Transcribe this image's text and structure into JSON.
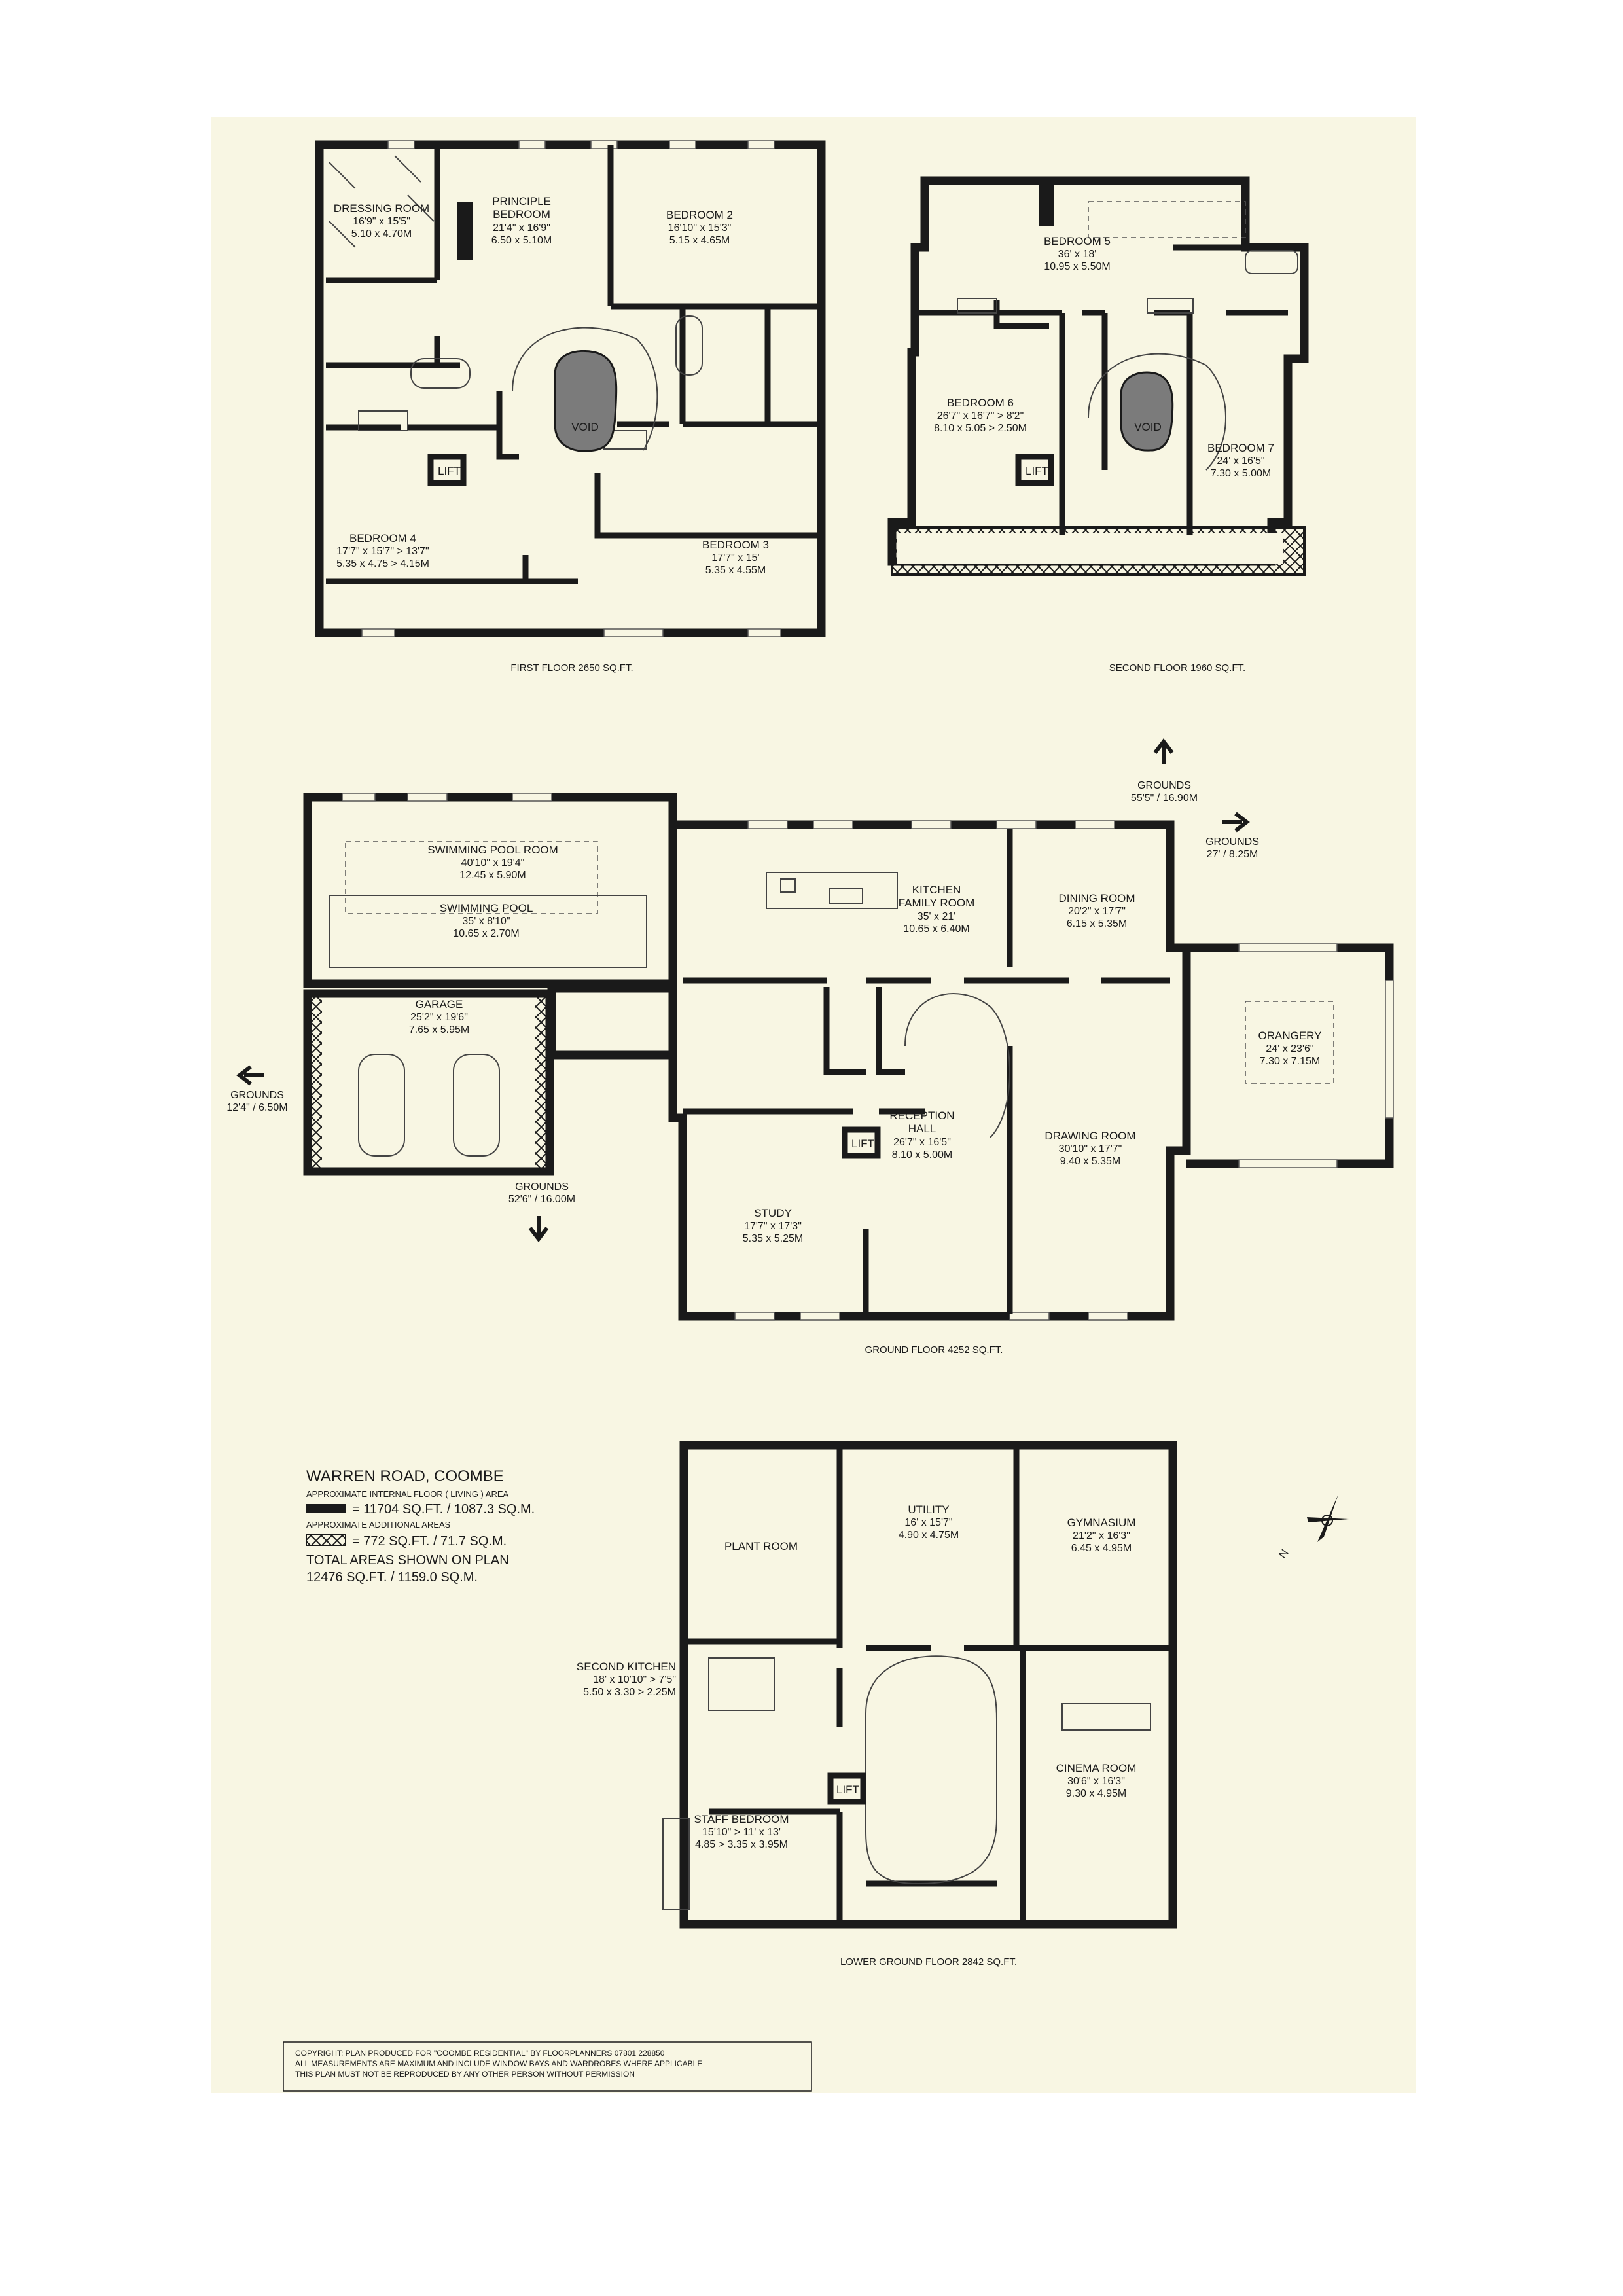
{
  "first_floor": {
    "caption": "FIRST FLOOR 2650 SQ.FT.",
    "rooms": [
      {
        "name": "DRESSING ROOM",
        "imperial": "16'9\" x 15'5\"",
        "metric": "5.10 x 4.70M"
      },
      {
        "name1": "PRINCIPLE",
        "name2": "BEDROOM",
        "imperial": "21'4\" x 16'9\"",
        "metric": "6.50 x 5.10M"
      },
      {
        "name": "BEDROOM 2",
        "imperial": "16'10\" x 15'3\"",
        "metric": "5.15 x 4.65M"
      },
      {
        "name": "BEDROOM 4",
        "imperial": "17'7\" x 15'7\" > 13'7\"",
        "metric": "5.35 x 4.75 > 4.15M"
      },
      {
        "name": "BEDROOM 3",
        "imperial": "17'7\" x 15'",
        "metric": "5.35 x 4.55M"
      }
    ],
    "void": "VOID",
    "lift": "LIFT"
  },
  "second_floor": {
    "caption": "SECOND FLOOR 1960 SQ.FT.",
    "rooms": [
      {
        "name": "BEDROOM 5",
        "imperial": "36' x 18'",
        "metric": "10.95 x 5.50M"
      },
      {
        "name": "BEDROOM 6",
        "imperial": "26'7\" x 16'7\" > 8'2\"",
        "metric": "8.10 x 5.05 > 2.50M"
      },
      {
        "name": "BEDROOM 7",
        "imperial": "24' x 16'5\"",
        "metric": "7.30 x 5.00M"
      }
    ],
    "void": "VOID",
    "lift": "LIFT"
  },
  "ground_floor": {
    "caption": "GROUND FLOOR 4252 SQ.FT.",
    "rooms": [
      {
        "name": "SWIMMING POOL ROOM",
        "imperial": "40'10\" x 19'4\"",
        "metric": "12.45 x 5.90M"
      },
      {
        "name": "SWIMMING POOL",
        "imperial": "35' x 8'10\"",
        "metric": "10.65 x 2.70M"
      },
      {
        "name": "GARAGE",
        "imperial": "25'2\" x 19'6\"",
        "metric": "7.65 x 5.95M"
      },
      {
        "name1": "KITCHEN",
        "name2": "FAMILY ROOM",
        "imperial": "35' x 21'",
        "metric": "10.65 x 6.40M"
      },
      {
        "name": "DINING ROOM",
        "imperial": "20'2\" x 17'7\"",
        "metric": "6.15 x 5.35M"
      },
      {
        "name": "ORANGERY",
        "imperial": "24' x 23'6\"",
        "metric": "7.30 x 7.15M"
      },
      {
        "name1": "RECEPTION",
        "name2": "HALL",
        "imperial": "26'7\" x 16'5\"",
        "metric": "8.10 x 5.00M"
      },
      {
        "name": "DRAWING ROOM",
        "imperial": "30'10\" x 17'7\"",
        "metric": "9.40 x 5.35M"
      },
      {
        "name": "STUDY",
        "imperial": "17'7\" x 17'3\"",
        "metric": "5.35 x 5.25M"
      }
    ],
    "grounds": [
      {
        "label": "GROUNDS",
        "dim": "55'5\" / 16.90M"
      },
      {
        "label": "GROUNDS",
        "dim": "27' / 8.25M"
      },
      {
        "label": "GROUNDS",
        "dim": "12'4\" / 6.50M"
      },
      {
        "label": "GROUNDS",
        "dim": "52'6\" / 16.00M"
      }
    ],
    "lift": "LIFT"
  },
  "lower_ground_floor": {
    "caption": "LOWER GROUND FLOOR 2842 SQ.FT.",
    "rooms": [
      {
        "name": "PLANT ROOM"
      },
      {
        "name": "UTILITY",
        "imperial": "16' x 15'7\"",
        "metric": "4.90 x 4.75M"
      },
      {
        "name": "GYMNASIUM",
        "imperial": "21'2\" x 16'3\"",
        "metric": "6.45 x 4.95M"
      },
      {
        "name": "SECOND KITCHEN",
        "imperial": "18' x 10'10\" > 7'5\"",
        "metric": "5.50 x 3.30 > 2.25M"
      },
      {
        "name": "CINEMA ROOM",
        "imperial": "30'6\" x 16'3\"",
        "metric": "9.30 x 4.95M"
      },
      {
        "name": "STAFF BEDROOM",
        "imperial": "15'10\" > 11' x 13'",
        "metric": "4.85 > 3.35 x 3.95M"
      }
    ],
    "lift": "LIFT"
  },
  "legend": {
    "title": "WARREN ROAD, COOMBE",
    "internal_label": "APPROXIMATE INTERNAL FLOOR ( LIVING ) AREA",
    "internal_value": "= 11704 SQ.FT. / 1087.3 SQ.M.",
    "additional_label": "APPROXIMATE ADDITIONAL AREAS",
    "additional_value": "= 772 SQ.FT. / 71.7 SQ.M.",
    "total_label": "TOTAL AREAS SHOWN ON PLAN",
    "total_value": "12476 SQ.FT. / 1159.0 SQ.M."
  },
  "compass": {
    "letter": "N"
  },
  "copyright": {
    "line1": "COPYRIGHT: PLAN PRODUCED FOR \"COOMBE RESIDENTIAL\" BY FLOORPLANNERS 07801 228850",
    "line2": "ALL MEASUREMENTS ARE MAXIMUM AND INCLUDE WINDOW BAYS AND WARDROBES WHERE APPLICABLE",
    "line3": "THIS PLAN MUST NOT BE REPRODUCED BY ANY OTHER PERSON WITHOUT PERMISSION"
  },
  "colors": {
    "paper": "#f8f6e3",
    "wall": "#1a1a1a",
    "void": "#7b7b7b"
  }
}
